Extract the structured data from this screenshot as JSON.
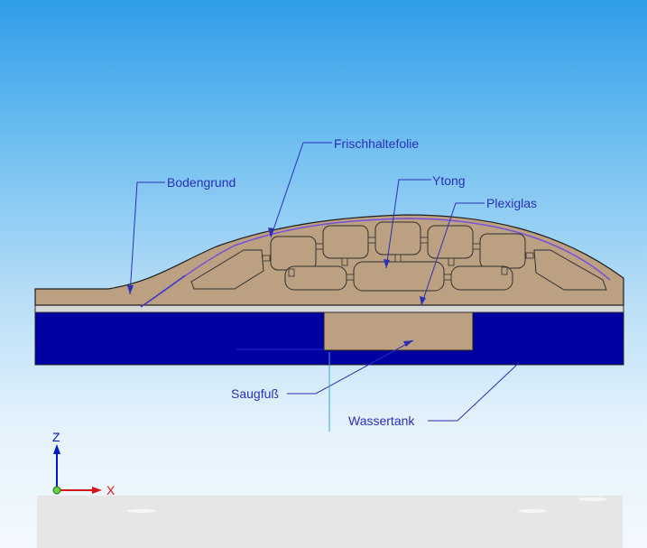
{
  "labels": {
    "frischhaltefolie": "Frischhaltefolie",
    "bodengrund": "Bodengrund",
    "ytong": "Ytong",
    "plexiglas": "Plexiglas",
    "saugfuss": "Saugfuß",
    "wassertank": "Wassertank"
  },
  "axes": {
    "z_label": "Z",
    "x_label": "X"
  },
  "colors": {
    "substrate": "#bba082",
    "tank": "#0000a0",
    "plexiglas": "#d7d7d7",
    "film": "#7850d8",
    "callout": "#2b2fb8",
    "axis_z": "#0018c8",
    "axis_x": "#d81818",
    "origin": "#68d040"
  }
}
